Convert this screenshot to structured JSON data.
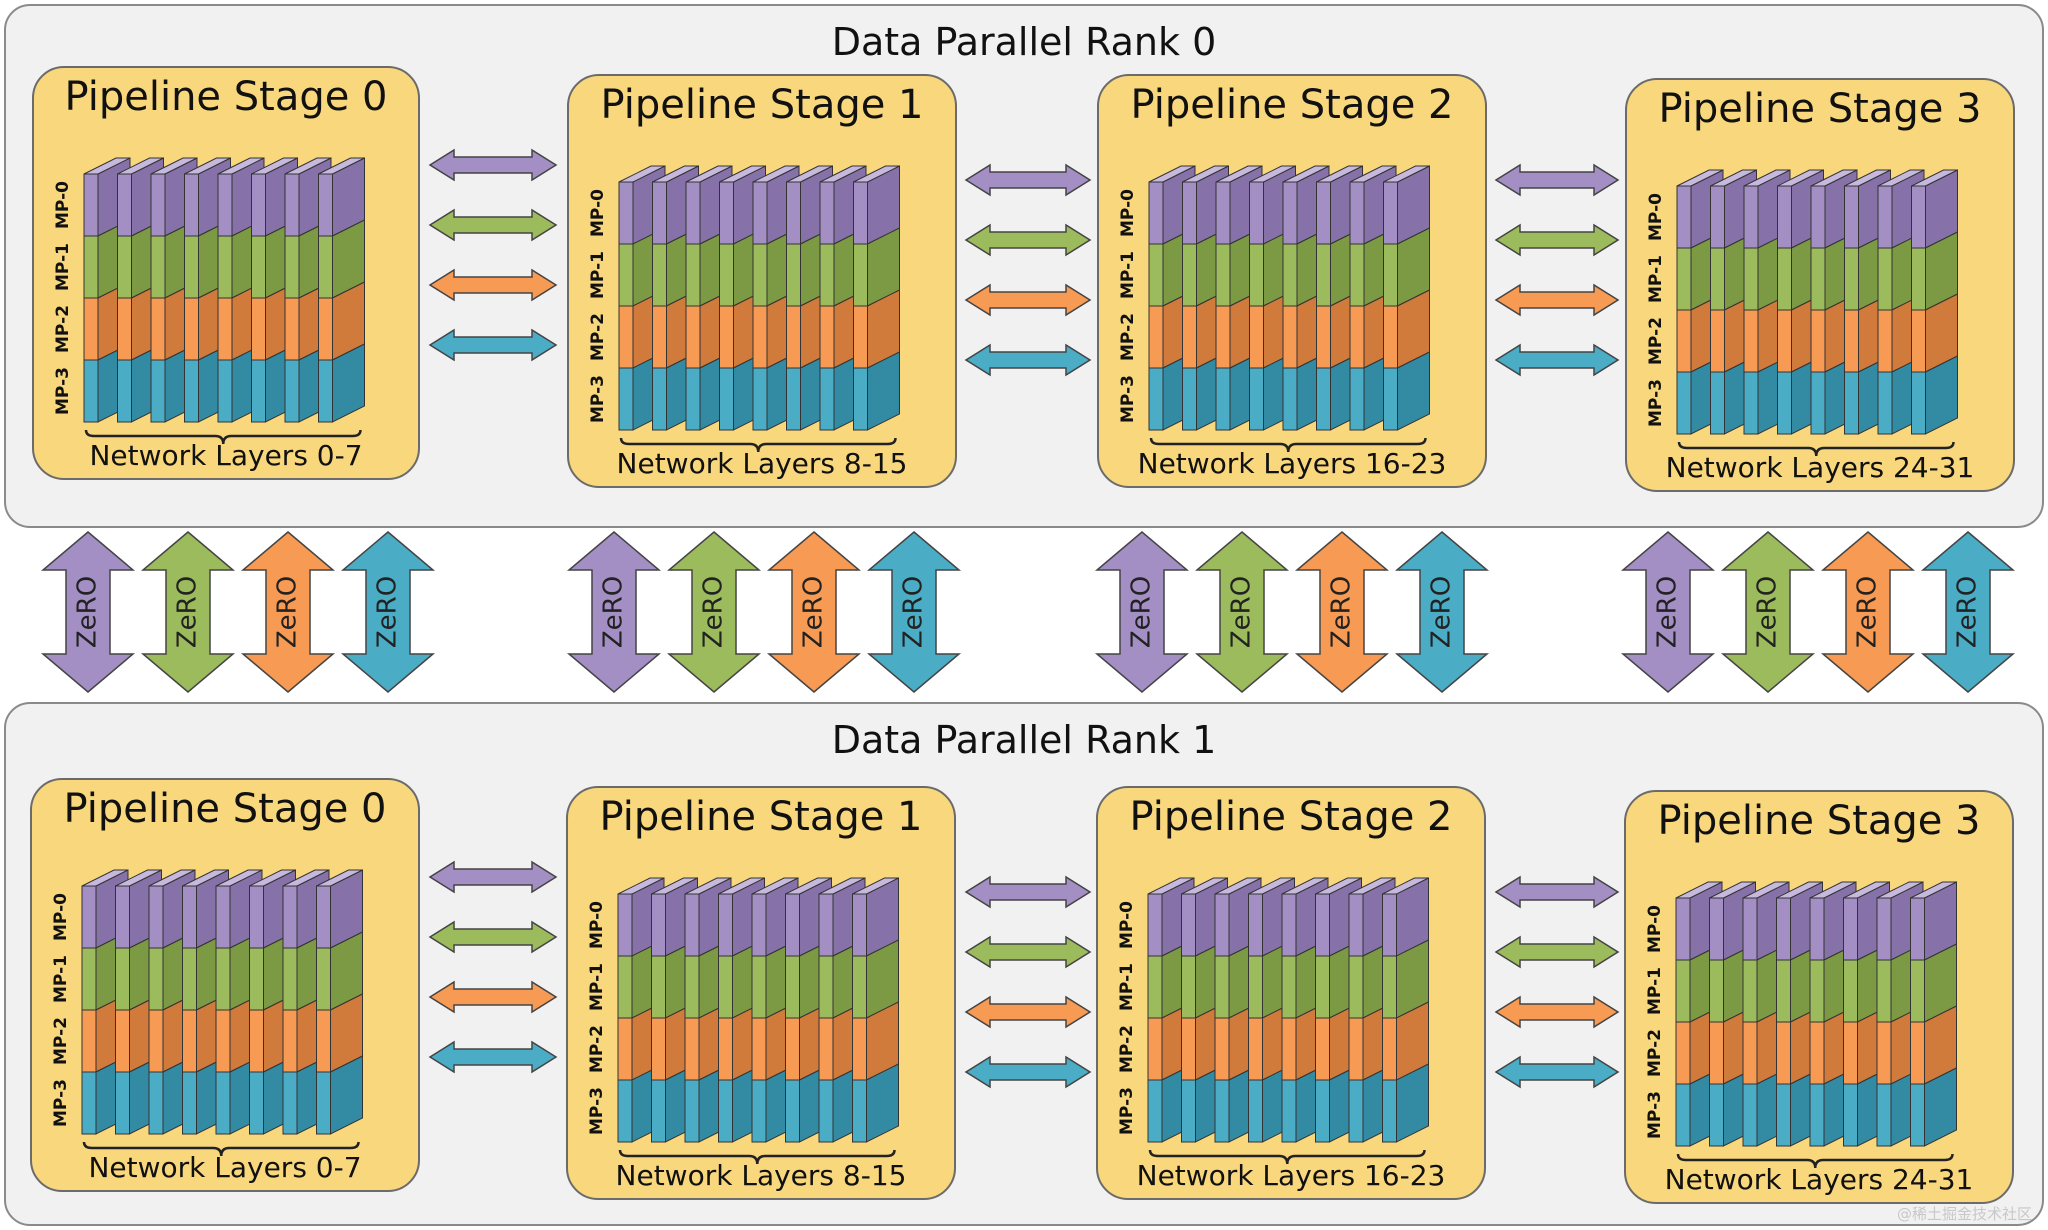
{
  "ranks": [
    {
      "title": "Data Parallel Rank 0",
      "stages": [
        {
          "title": "Pipeline Stage 0",
          "layers": "Network Layers 0-7"
        },
        {
          "title": "Pipeline Stage 1",
          "layers": "Network Layers 8-15"
        },
        {
          "title": "Pipeline Stage 2",
          "layers": "Network Layers 16-23"
        },
        {
          "title": "Pipeline Stage 3",
          "layers": "Network Layers 24-31"
        }
      ]
    },
    {
      "title": "Data Parallel Rank 1",
      "stages": [
        {
          "title": "Pipeline Stage 0",
          "layers": "Network Layers 0-7"
        },
        {
          "title": "Pipeline Stage 1",
          "layers": "Network Layers 8-15"
        },
        {
          "title": "Pipeline Stage 2",
          "layers": "Network Layers 16-23"
        },
        {
          "title": "Pipeline Stage 3",
          "layers": "Network Layers 24-31"
        }
      ]
    }
  ],
  "mp_labels": [
    "MP-0",
    "MP-1",
    "MP-2",
    "MP-3"
  ],
  "mp_colors": {
    "front": [
      "#a48fc4",
      "#9bbb5c",
      "#f79a53",
      "#4bacc6"
    ],
    "top": [
      "#c7b9de",
      "#c4daa0",
      "#fbc497",
      "#9bd2e2"
    ],
    "side": [
      "#8672a8",
      "#7c9a43",
      "#d07a3b",
      "#338aa3"
    ]
  },
  "zero_label": "ZeRO",
  "watermark": "@稀土掘金技术社区"
}
